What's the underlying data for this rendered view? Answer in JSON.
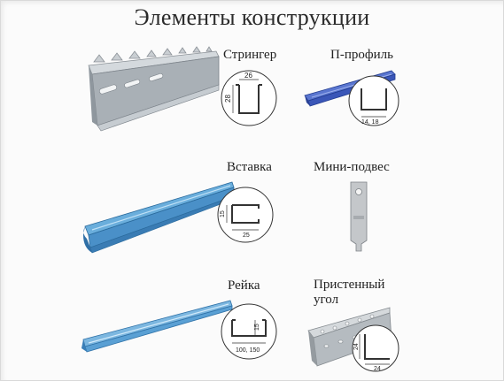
{
  "title": "Элементы конструкции",
  "items": [
    {
      "label": "Стрингер",
      "dims": [
        "26",
        "28"
      ]
    },
    {
      "label": "П-профиль",
      "dims": [
        "14, 18"
      ]
    },
    {
      "label": "Вставка",
      "dims": [
        "15",
        "25"
      ]
    },
    {
      "label": "Мини-подвес",
      "dims": []
    },
    {
      "label": "Рейка",
      "dims": [
        "15",
        "100, 150"
      ]
    },
    {
      "label_lines": [
        "Пристенный",
        "угол"
      ],
      "dims": [
        "24",
        "24"
      ]
    }
  ],
  "colors": {
    "metal_steel": "#a9b0b6",
    "profile_blue": "#3a56b8",
    "insert_blue": "#4a90c8",
    "rail_blue": "#5aa0d4",
    "hanger_gray": "#b9bcbf"
  }
}
